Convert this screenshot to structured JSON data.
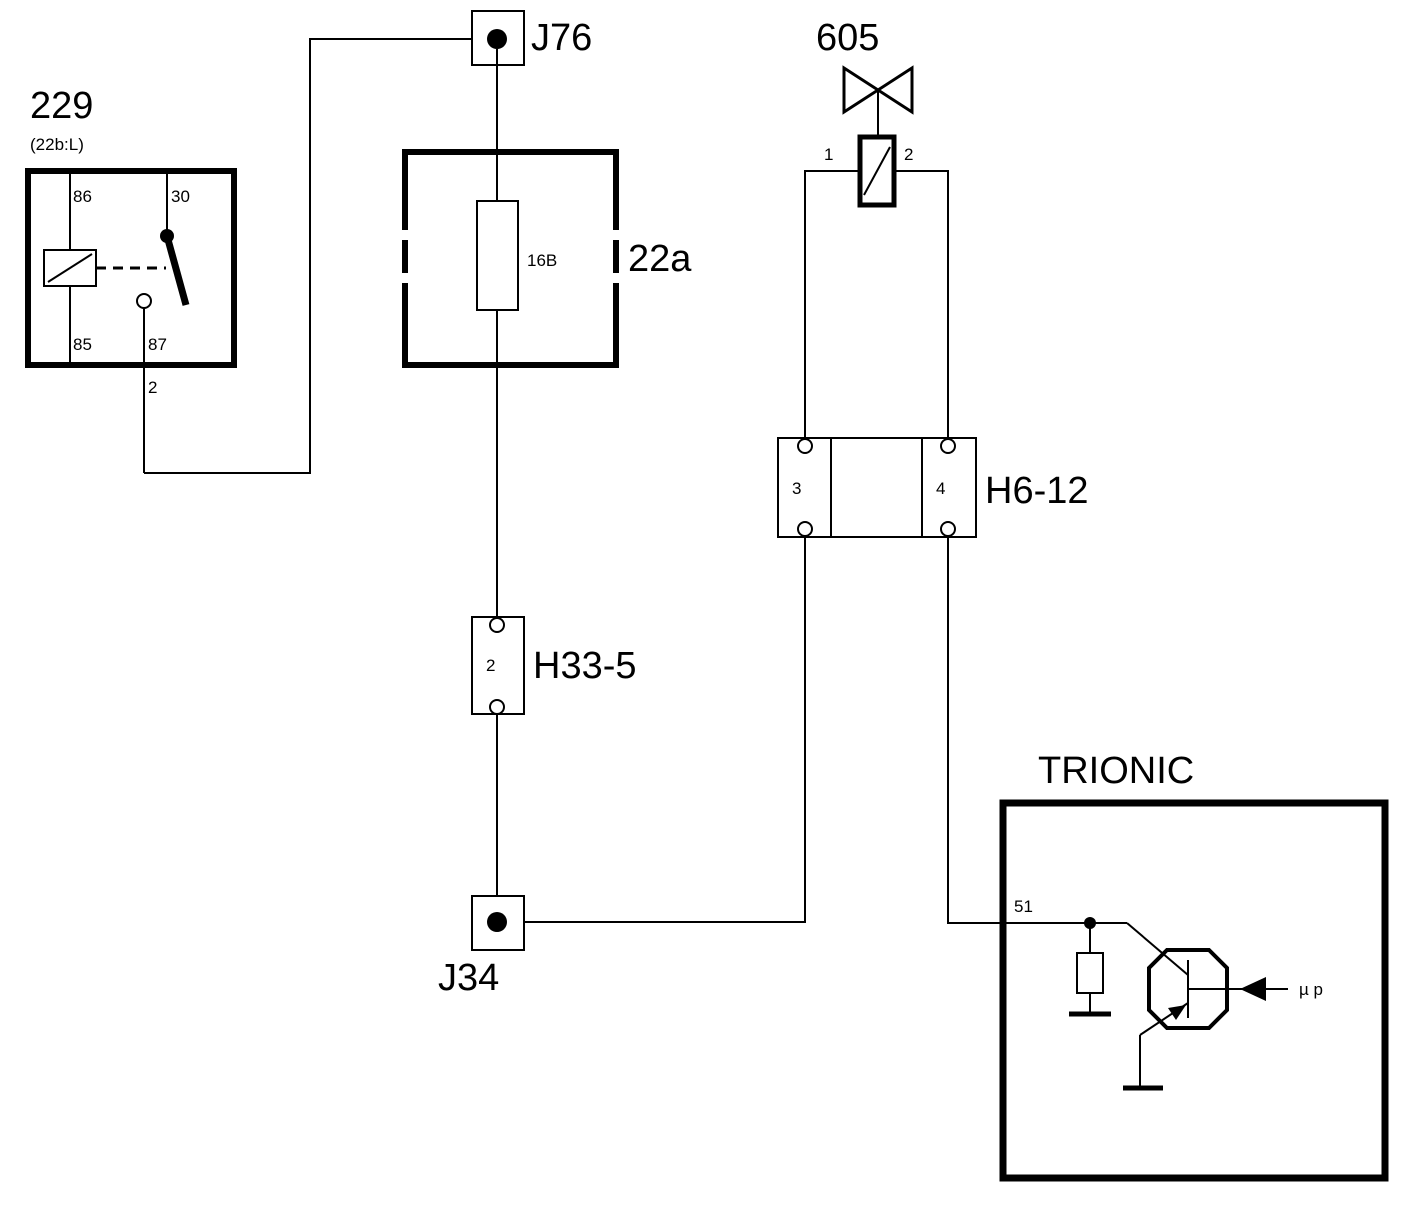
{
  "relay": {
    "label": "229",
    "sublabel": "(22b:L)",
    "pin86": "86",
    "pin30": "30",
    "pin85": "85",
    "pin87": "87",
    "wire": "2"
  },
  "j76": {
    "label": "J76"
  },
  "fuse_box": {
    "label": "22a",
    "fuse": "16B"
  },
  "h33": {
    "label": "H33-5",
    "pin": "2"
  },
  "j34": {
    "label": "J34"
  },
  "valve": {
    "label": "605",
    "pin1": "1",
    "pin2": "2"
  },
  "h6": {
    "label": "H6-12",
    "pin3": "3",
    "pin4": "4"
  },
  "trionic": {
    "label": "TRIONIC",
    "pin51": "51",
    "signal": "µ p"
  }
}
